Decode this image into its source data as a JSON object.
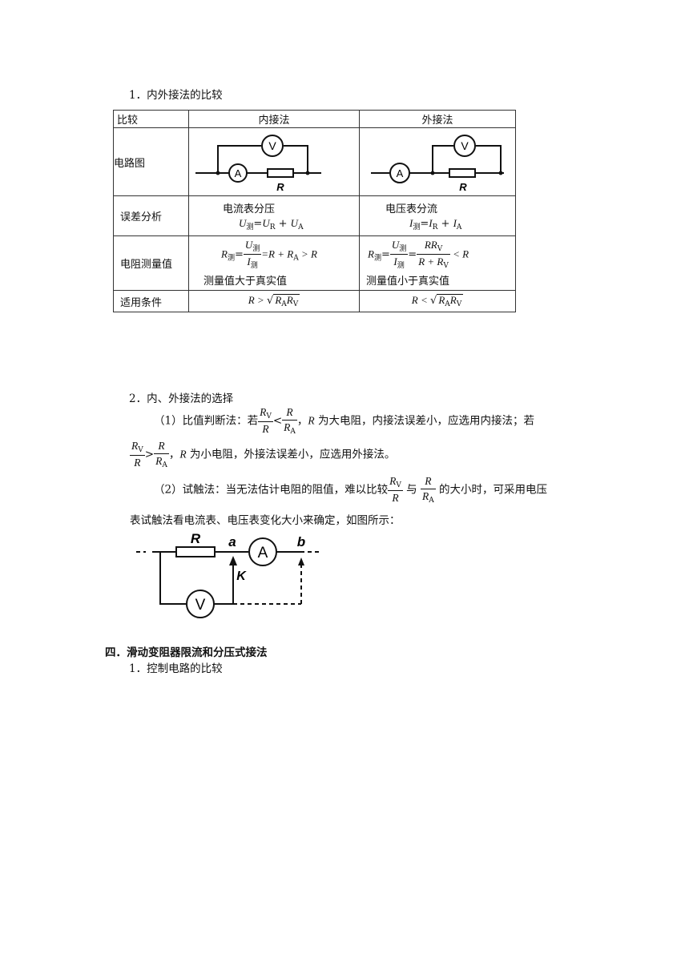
{
  "section1": {
    "title": "1．内外接法的比较"
  },
  "table": {
    "header": {
      "col0": "比较",
      "col1": "内接法",
      "col2": "外接法"
    },
    "row_circuit": {
      "label": "电路图",
      "meter_v": "V",
      "meter_a": "A",
      "resistor": "R"
    },
    "row_error": {
      "label": "误差分析",
      "inner_text": "电流表分压",
      "inner_formula": {
        "lhs": "U",
        "lhs_sub": "测",
        "eq": "=",
        "t1": "U",
        "t1_sub": "R",
        "plus": "+",
        "t2": "U",
        "t2_sub": "A"
      },
      "outer_text": "电压表分流",
      "outer_formula": {
        "lhs": "I",
        "lhs_sub": "测",
        "eq": "=",
        "t1": "I",
        "t1_sub": "R",
        "plus": "+",
        "t2": "I",
        "t2_sub": "A"
      }
    },
    "row_measure": {
      "label": "电阻测量值",
      "inner_note": "测量值大于真实值",
      "outer_note": "测量值小于真实值",
      "inner_formula": {
        "R": "R",
        "sub_ce": "测",
        "U": "U",
        "I": "I",
        "rhs": "=R + R",
        "rhs_sub": "A",
        "cmp": " > R"
      },
      "outer_formula": {
        "R": "R",
        "sub_ce": "测",
        "U": "U",
        "I": "I",
        "num": "RR",
        "num_sub": "V",
        "den": "R + R",
        "den_sub": "V",
        "cmp": " < R"
      }
    },
    "row_cond": {
      "label": "适用条件",
      "inner": {
        "lhs": "R",
        "op": " > ",
        "rad1": "R",
        "rad1_sub": "A",
        "rad2": "R",
        "rad2_sub": "V"
      },
      "outer": {
        "lhs": "R",
        "op": " < ",
        "rad1": "R",
        "rad1_sub": "A",
        "rad2": "R",
        "rad2_sub": "V"
      }
    }
  },
  "section2": {
    "title": "2．内、外接法的选择",
    "p1_a": "（1）比值判断法：若",
    "p1_b": "，",
    "p1_c": "R",
    "p1_d": " 为大电阻，内接法误差小，应选用内接法；若",
    "p2_b": "，",
    "p2_c": "R",
    "p2_d": " 为小电阻，外接法误差小，应选用外接法。",
    "p3_a": "（2）试触法：当无法估计电阻的阻值，难以比较",
    "p3_b": " 与 ",
    "p3_c": " 的大小时，可采用电压",
    "p4": "表试触法看电流表、电压表变化大小来确定，如图所示：",
    "frac": {
      "RV": "R",
      "RV_sub": "V",
      "R": "R",
      "RA": "R",
      "RA_sub": "A",
      "lt": "<",
      "gt": ">"
    }
  },
  "figure2": {
    "R": "R",
    "a": "a",
    "b": "b",
    "K": "K",
    "A": "A",
    "V": "V"
  },
  "section4": {
    "title": "四．滑动变阻器限流和分压式接法",
    "sub": "1．控制电路的比较"
  }
}
